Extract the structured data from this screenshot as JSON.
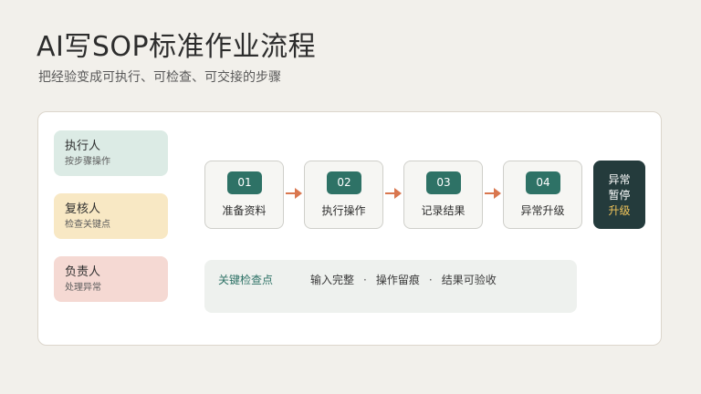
{
  "title": "AI写SOP标准作业流程",
  "subtitle": "把经验变成可执行、可检查、可交接的步骤",
  "roles": [
    {
      "name": "执行人",
      "desc": "按步骤操作"
    },
    {
      "name": "复核人",
      "desc": "检查关键点"
    },
    {
      "name": "负责人",
      "desc": "处理异常"
    }
  ],
  "steps": [
    {
      "num": "01",
      "label": "准备资料"
    },
    {
      "num": "02",
      "label": "执行操作"
    },
    {
      "num": "03",
      "label": "记录结果"
    },
    {
      "num": "04",
      "label": "异常升级"
    }
  ],
  "halt": {
    "lines": [
      "异常",
      "暂停",
      "升级"
    ]
  },
  "checkpoints": {
    "label": "关键检查点",
    "items": [
      "输入完整",
      "操作留痕",
      "结果可验收"
    ],
    "separator": "·"
  },
  "colors": {
    "background": "#f2f0eb",
    "teal": "#2e7266",
    "arrow": "#d9774f",
    "halt_bg": "#243b3c",
    "halt_accent": "#f0c45a",
    "role_1": "#dcebe5",
    "role_2": "#f8e8c4",
    "role_3": "#f5d9d3"
  },
  "icons": {
    "connector": "arrow-right-icon"
  }
}
